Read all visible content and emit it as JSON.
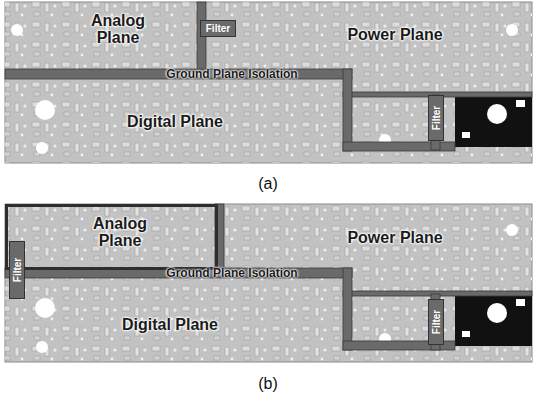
{
  "diagram": {
    "nodes": [
      {
        "text": [
          "Analog Plane"
        ]
      },
      {
        "text": [
          "Filter"
        ]
      },
      {
        "text": [
          "Power Plane"
        ]
      },
      {
        "text": [
          "Digital Plane"
        ]
      },
      {
        "text": [
          "Filter"
        ]
      },
      {
        "text": [
          "Analog Plane"
        ]
      },
      {
        "text": [
          "Filter"
        ]
      },
      {
        "text": [
          "Power Plane"
        ]
      },
      {
        "text": [
          "Digital Plane"
        ]
      },
      {
        "text": [
          "Filter"
        ]
      }
    ],
    "labels": [
      "Ground Plane Isolation",
      "(a)",
      "Ground Plane Isolation",
      "(b)"
    ]
  }
}
